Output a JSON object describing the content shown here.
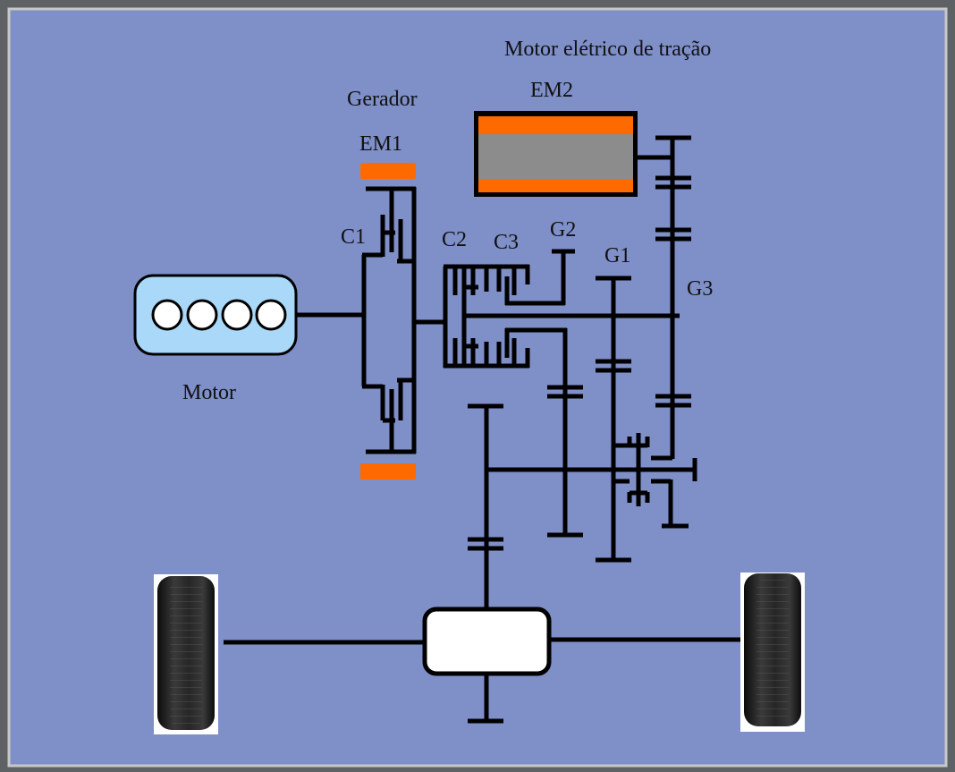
{
  "labels": {
    "traction_motor": "Motor elétrico de tração",
    "em2": "EM2",
    "generator": "Gerador",
    "em1": "EM1",
    "c1": "C1",
    "c2": "C2",
    "c3": "C3",
    "g1": "G1",
    "g2": "G2",
    "g3": "G3",
    "engine": "Motor"
  },
  "colors": {
    "frame": "#5f6264",
    "panel": "#7f8fc8",
    "panel_border": "#c8c8c8",
    "engine_block": "#a9d8f8",
    "winding": "#ff6a00",
    "rotor": "#8c8c8c",
    "line": "#000000"
  },
  "icons": {
    "engine": "four-cylinder-engine-icon",
    "tire": "tire-icon",
    "differential": "differential-box-icon"
  }
}
